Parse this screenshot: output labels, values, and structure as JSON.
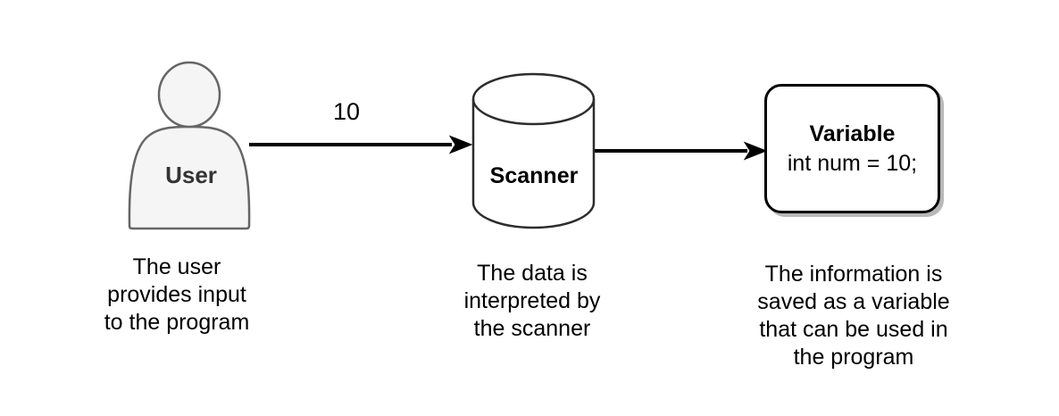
{
  "nodes": {
    "user": {
      "label": "User",
      "caption": "The user\nprovides input\nto the program"
    },
    "scanner": {
      "label": "Scanner",
      "caption": "The data is\ninterpreted by\nthe scanner"
    },
    "variable": {
      "title": "Variable",
      "code": "int num = 10;",
      "caption": "The information is\nsaved as a variable\nthat can be used in\nthe program"
    }
  },
  "edges": {
    "user_to_scanner": {
      "label": "10"
    },
    "scanner_to_variable": {
      "label": ""
    }
  },
  "colors": {
    "background": "#ffffff",
    "arrow": "#000000",
    "text": "#000000",
    "user_fill": "#f5f5f5",
    "user_stroke": "#666666",
    "user_label_color": "#333333",
    "cylinder_stroke": "#2d2d2d",
    "box_stroke": "#000000",
    "shadow": "#b8b8b8"
  }
}
